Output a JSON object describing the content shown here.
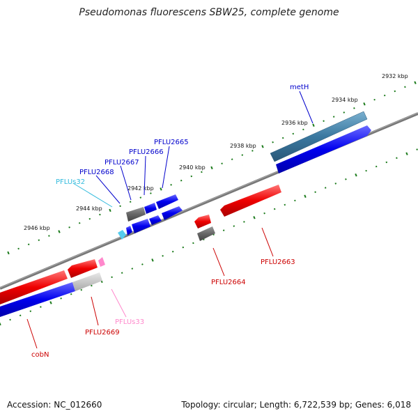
{
  "title": "Pseudomonas fluorescens SBW25, complete genome",
  "footer": {
    "accession": "Accession: NC_012660",
    "summary": "Topology: circular; Length: 6,722,539 bp; Genes: 6,018"
  },
  "kbp_labels": [
    "2932 kbp",
    "2934 kbp",
    "2936 kbp",
    "2938 kbp",
    "2940 kbp",
    "2942 kbp",
    "2944 kbp",
    "2946 kbp"
  ],
  "gene_labels": {
    "metH": "metH",
    "PFLU2665": "PFLU2665",
    "PFLU2666": "PFLU2666",
    "PFLU2667": "PFLU2667",
    "PFLU2668": "PFLU2668",
    "PFLUs32": "PFLUs32",
    "PFLU2663": "PFLU2663",
    "PFLU2664": "PFLU2664",
    "PFLUs33": "PFLUs33",
    "PFLU2669": "PFLU2669",
    "cobN": "cobN"
  },
  "colors": {
    "forward_gene": "#0000ee",
    "reverse_gene": "#ee0000",
    "rna_forward": "#55ccee",
    "rna_reverse": "#ff88cc",
    "pseudo": "#666666",
    "highlight_gene": "#3a78a0",
    "tick": "#1a7a1a",
    "backbone": "#777777"
  }
}
